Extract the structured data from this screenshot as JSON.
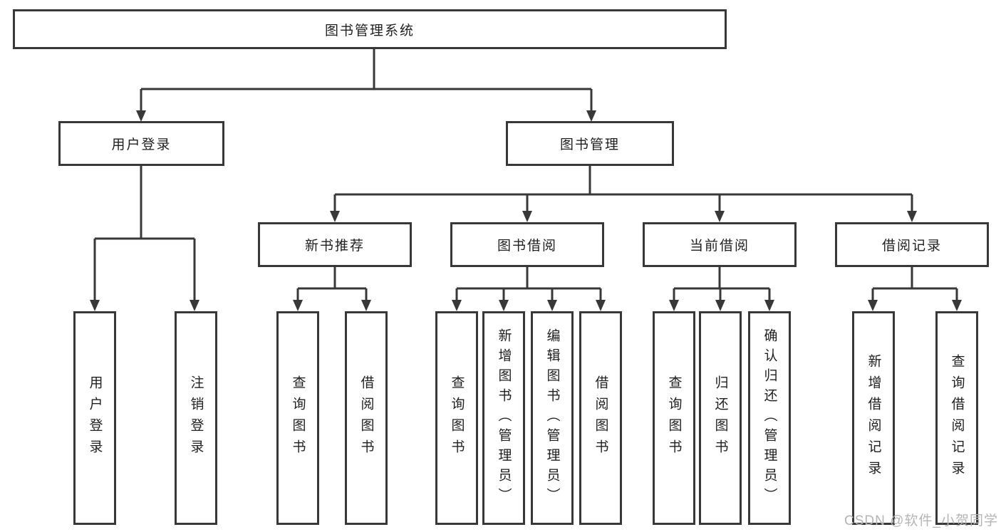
{
  "colors": {
    "line": "#383838",
    "text": "#1f1f1f",
    "watermark_gray": "#b5b5b5",
    "background": "#ffffff"
  },
  "tree": {
    "label": "图书管理系统",
    "children": [
      {
        "label": "用户登录",
        "children": [
          {
            "label": "用户登录"
          },
          {
            "label": "注销登录"
          }
        ]
      },
      {
        "label": "图书管理",
        "children": [
          {
            "label": "新书推荐",
            "children": [
              {
                "label": "查询图书"
              },
              {
                "label": "借阅图书"
              }
            ]
          },
          {
            "label": "图书借阅",
            "children": [
              {
                "label": "查询图书"
              },
              {
                "label": "新增图书（管理员）"
              },
              {
                "label": "编辑图书（管理员）"
              },
              {
                "label": "借阅图书"
              }
            ]
          },
          {
            "label": "当前借阅",
            "children": [
              {
                "label": "查询图书"
              },
              {
                "label": "归还图书"
              },
              {
                "label": "确认归还（管理员）"
              }
            ]
          },
          {
            "label": "借阅记录",
            "children": [
              {
                "label": "新增借阅记录"
              },
              {
                "label": "查询借阅记录"
              }
            ]
          }
        ]
      }
    ]
  },
  "watermark": {
    "text": "CSDN @软件_小贺同学"
  }
}
